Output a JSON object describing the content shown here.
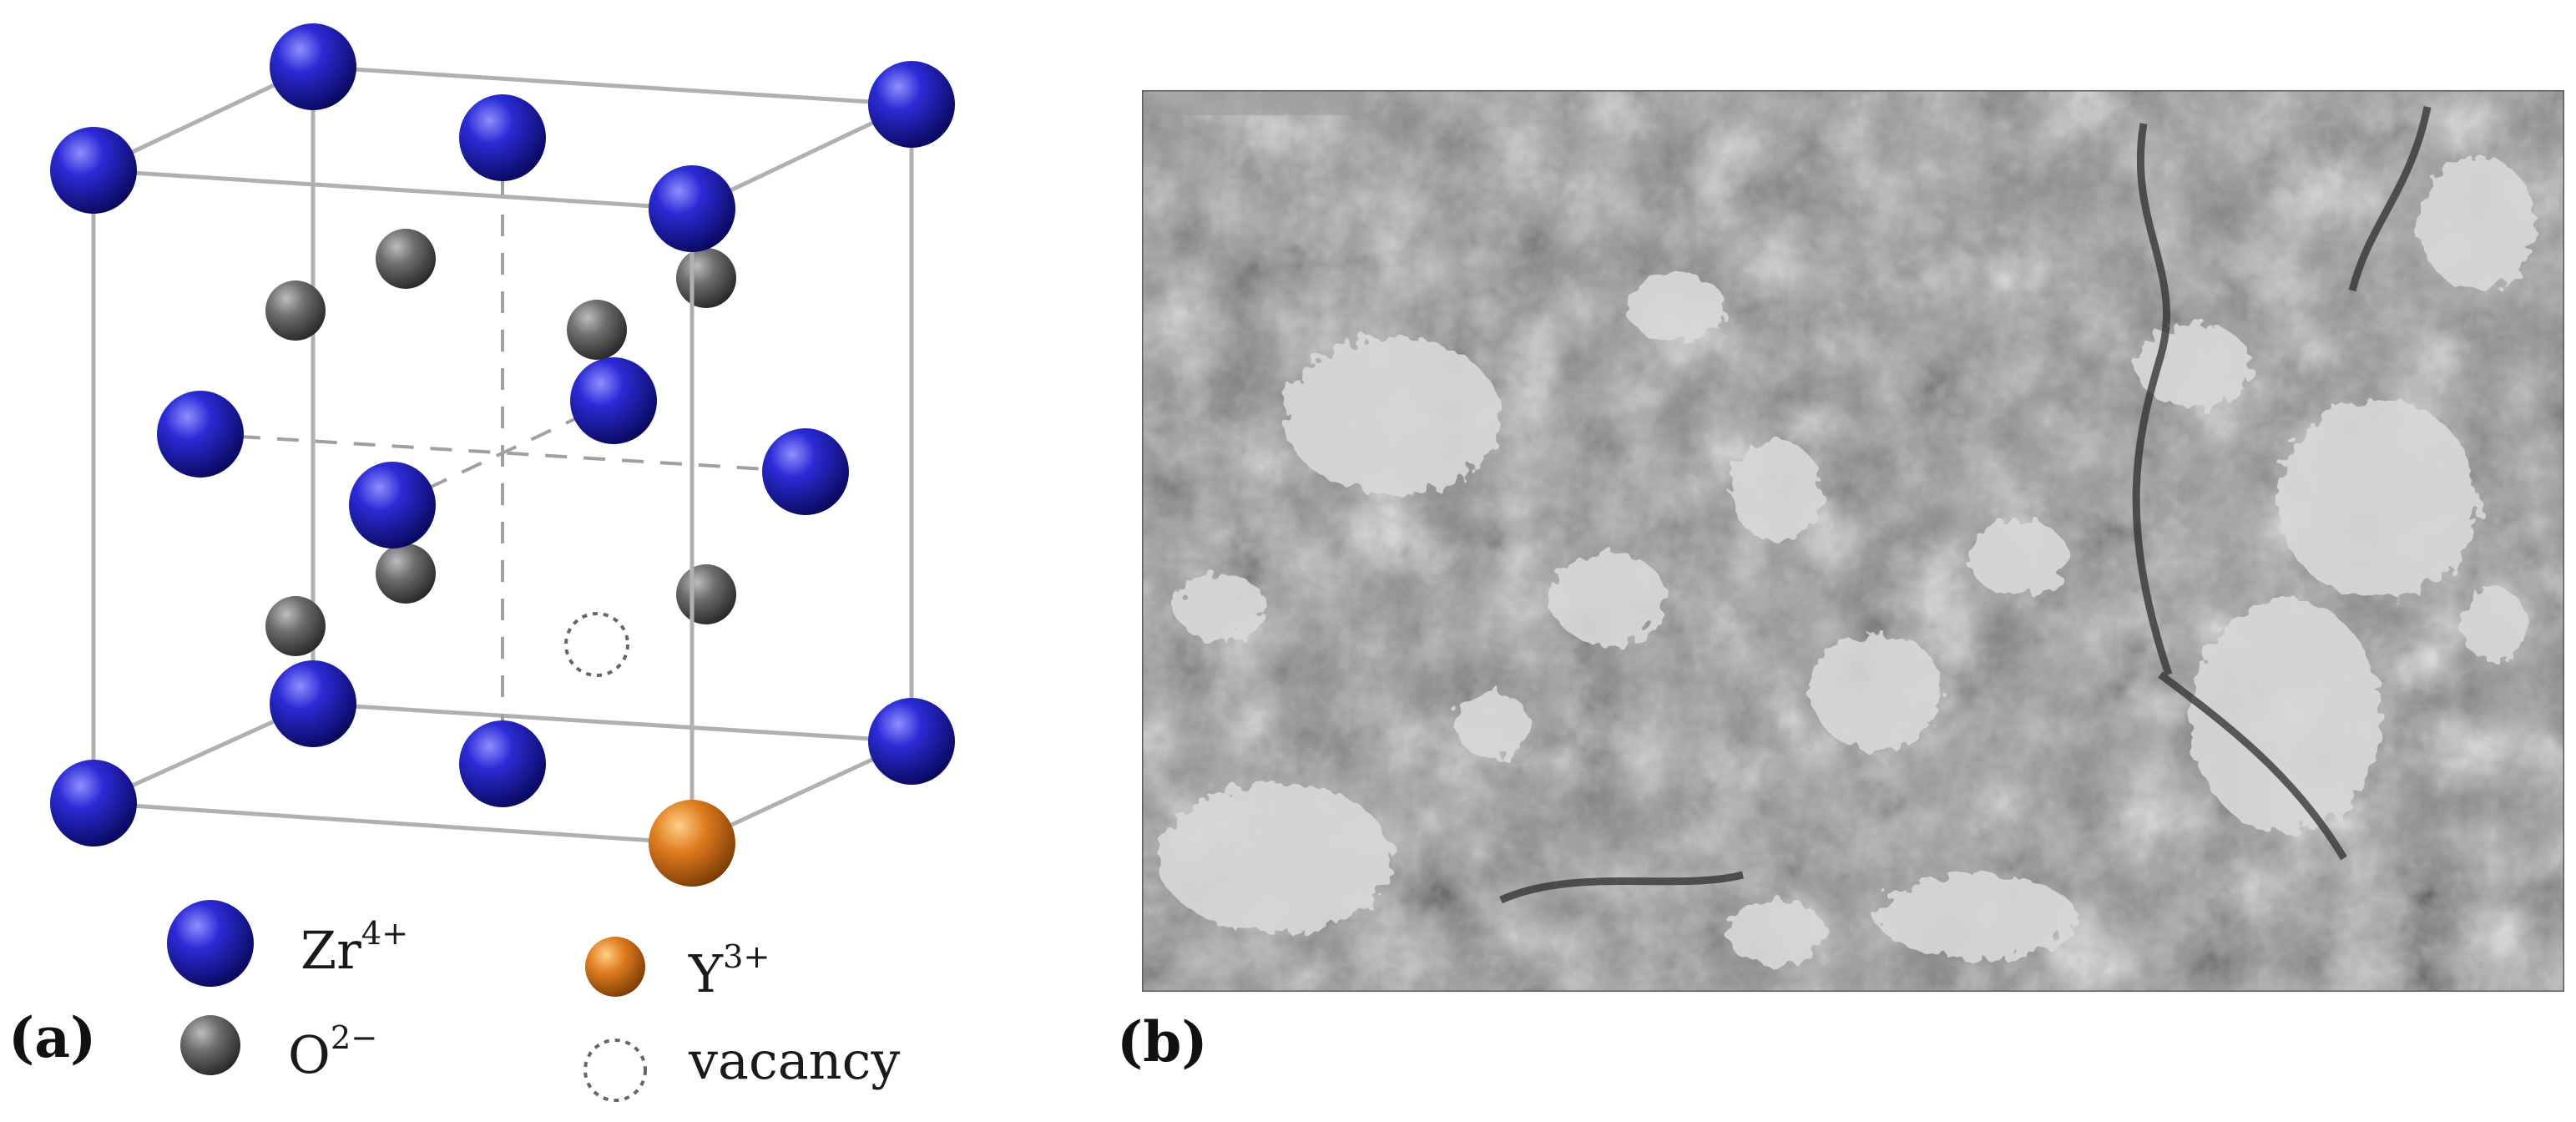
{
  "panel_a": {
    "label": "(a)",
    "legend": {
      "zr": {
        "symbol": "Zr",
        "charge": "4+"
      },
      "o": {
        "symbol": "O",
        "charge": "2−"
      },
      "y": {
        "symbol": "Y",
        "charge": "3+"
      },
      "vacancy": "vacancy"
    }
  },
  "panel_b": {
    "label": "(b)"
  },
  "colors": {
    "zr": "#1a1aa8",
    "o": "#555555",
    "y": "#c96a12",
    "cell_edge": "#b0b0b0",
    "sem_base": "#8a8a8a"
  }
}
